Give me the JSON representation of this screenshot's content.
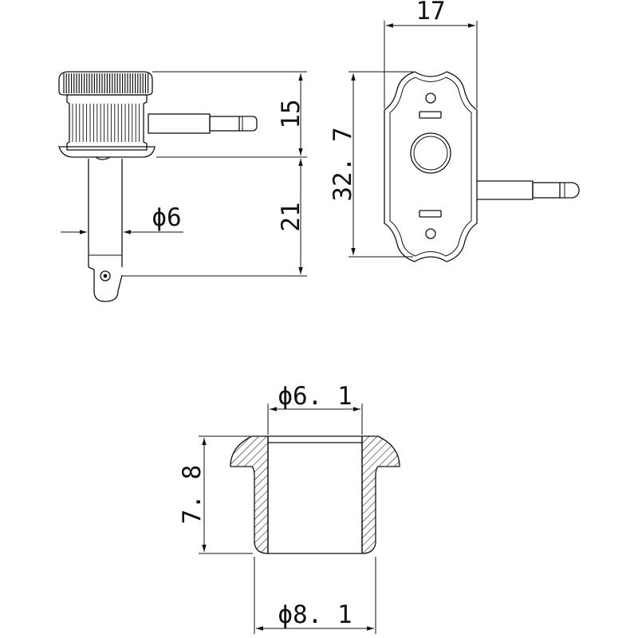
{
  "dimensions": {
    "head_body_height": "15",
    "post_length": "21",
    "post_diameter": "ϕ6",
    "plate_width": "17",
    "plate_height": "32. 7",
    "bushing_inner_diameter": "ϕ6. 1",
    "bushing_height": "7. 8",
    "bushing_outer_diameter": "ϕ8. 1"
  },
  "colors": {
    "line": "#111111",
    "background": "#ffffff"
  }
}
